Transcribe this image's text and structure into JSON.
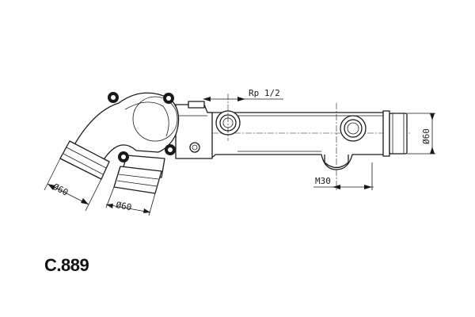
{
  "part_number": "C.889",
  "dimensions": {
    "thread_port": "Rp 1/2",
    "thread_outlet": "M30",
    "pipe_end_diameter": "Ø60",
    "inlet_1_diameter": "Ø60",
    "inlet_2_diameter": "Ø60"
  },
  "colors": {
    "line": "#1a1a1a",
    "background": "#ffffff"
  }
}
